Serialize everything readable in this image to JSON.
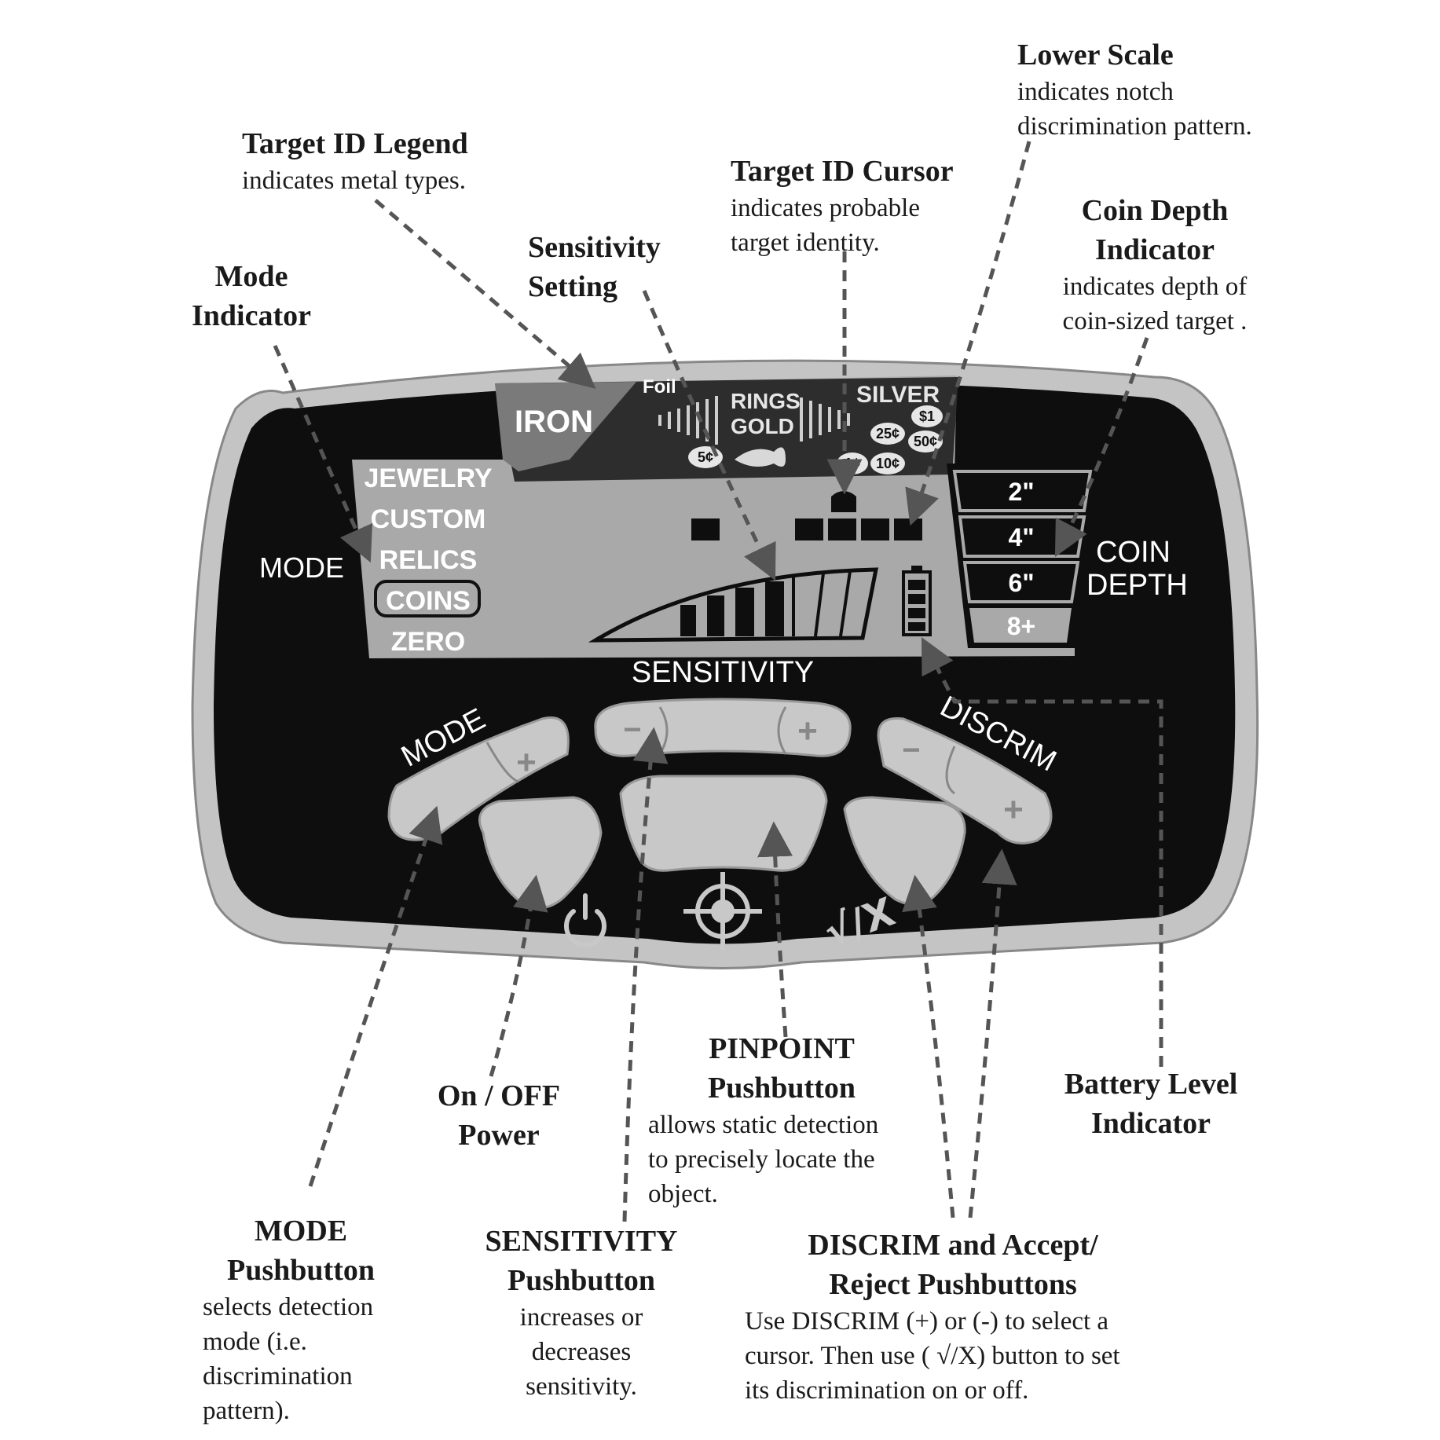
{
  "callouts": {
    "lower_scale": {
      "title": "Lower Scale",
      "desc_1": "indicates notch",
      "desc_2": "discrimination pattern."
    },
    "target_id_legend": {
      "title": "Target ID Legend",
      "desc_1": "indicates metal types."
    },
    "target_id_cursor": {
      "title": "Target ID Cursor",
      "desc_1": "indicates probable",
      "desc_2": "target identity."
    },
    "coin_depth_indicator": {
      "title_1": "Coin Depth",
      "title_2": "Indicator",
      "desc_1": "indicates depth of",
      "desc_2": "coin-sized target ."
    },
    "sensitivity_setting": {
      "title_1": "Sensitivity",
      "title_2": "Setting"
    },
    "mode_indicator": {
      "title_1": "Mode",
      "title_2": "Indicator"
    },
    "pinpoint": {
      "title_1": "PINPOINT",
      "title_2": "Pushbutton",
      "desc_1": "allows static detection",
      "desc_2": "to precisely locate the",
      "desc_3": "object."
    },
    "on_off": {
      "title_1": "On / OFF",
      "title_2": "Power"
    },
    "battery": {
      "title_1": "Battery Level",
      "title_2": "Indicator"
    },
    "mode_pushbutton": {
      "title_1": "MODE",
      "title_2": "Pushbutton",
      "desc_1": "selects detection",
      "desc_2": "mode (i.e.",
      "desc_3": "discrimination",
      "desc_4": "pattern)."
    },
    "sensitivity_pushbutton": {
      "title_1": "SENSITIVITY",
      "title_2": "Pushbutton",
      "desc_1": "increases or",
      "desc_2": "decreases",
      "desc_3": "sensitivity."
    },
    "discrim_pushbuttons": {
      "title_1": "DISCRIM and Accept/",
      "title_2": "Reject Pushbuttons",
      "desc_1": "Use DISCRIM (+) or (-) to select a",
      "desc_2": "cursor. Then use ( √/X) button to set",
      "desc_3": "its discrimination on or off."
    }
  },
  "panel": {
    "legend": {
      "iron": "IRON",
      "foil": "Foil",
      "rings": "RINGS",
      "gold": "GOLD",
      "silver": "SILVER"
    },
    "coin_badges": {
      "nickel": "5¢",
      "penny": "1¢",
      "dime": "10¢",
      "quarter": "25¢",
      "half": "50¢",
      "dollar": "$1"
    },
    "modes": [
      "JEWELRY",
      "CUSTOM",
      "RELICS",
      "COINS",
      "ZERO"
    ],
    "selected_mode": "COINS",
    "mode_label": "MODE",
    "depths": [
      "2\"",
      "4\"",
      "6\"",
      "8+"
    ],
    "coin_depth_label_1": "COIN",
    "coin_depth_label_2": "DEPTH",
    "sensitivity_label": "SENSITIVITY",
    "mode_button_label": "MODE",
    "discrim_label": "DISCRIM",
    "minus": "−",
    "plus": "+",
    "accept_reject_symbol": "√/X"
  }
}
